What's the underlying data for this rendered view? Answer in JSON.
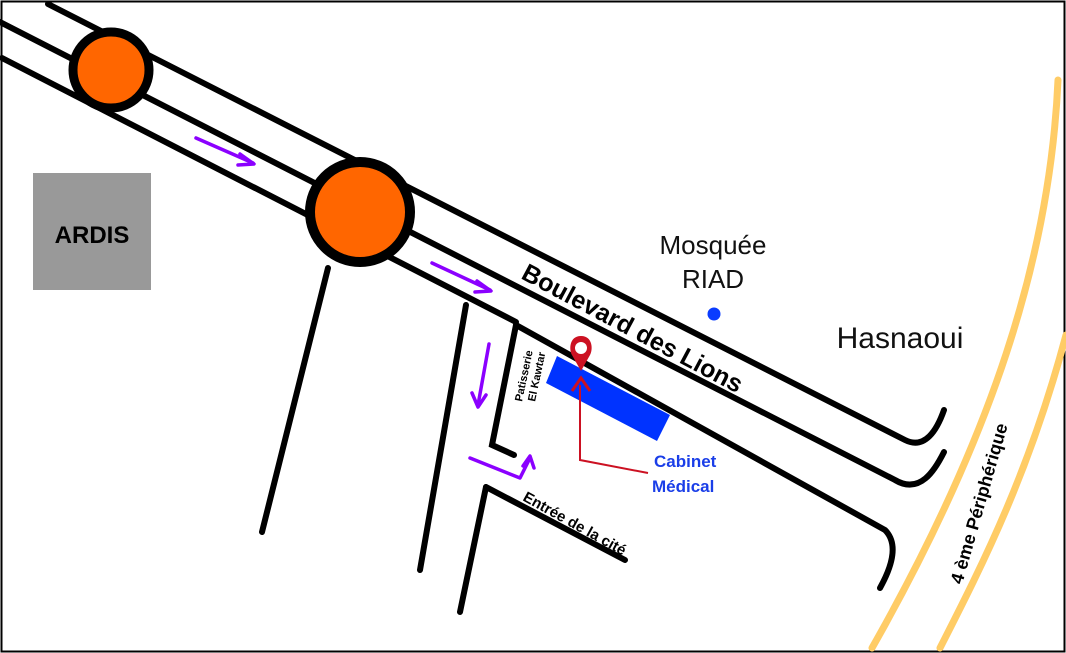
{
  "labels": {
    "ardis": "ARDIS",
    "boulevard": "Boulevard des Lions",
    "mosque_line1": "Mosquée",
    "mosque_line2": "RIAD",
    "hasnaoui": "Hasnaoui",
    "patisserie_line1": "Patisserie",
    "patisserie_line2": "El Kawtar",
    "cabinet_line1": "Cabinet",
    "cabinet_line2": "Médical",
    "entree": "Entrée de la cité",
    "peripherique": "4 ème Périphérique"
  },
  "colors": {
    "road": "#000000",
    "roundabout_fill": "#ff6600",
    "arrow": "#8b00ff",
    "ardis_box": "#999999",
    "building": "#0033ff",
    "marker": "#cc1122",
    "mosque_dot": "#0a3cff",
    "cabinet_text": "#1a3ee8",
    "peripherique_road": "#ffcc66",
    "frame": "#000000"
  },
  "icons": {
    "marker": "map-pin-icon",
    "mosque": "dot-marker-icon",
    "roundabout": "roundabout-icon",
    "direction": "arrow-icon"
  }
}
